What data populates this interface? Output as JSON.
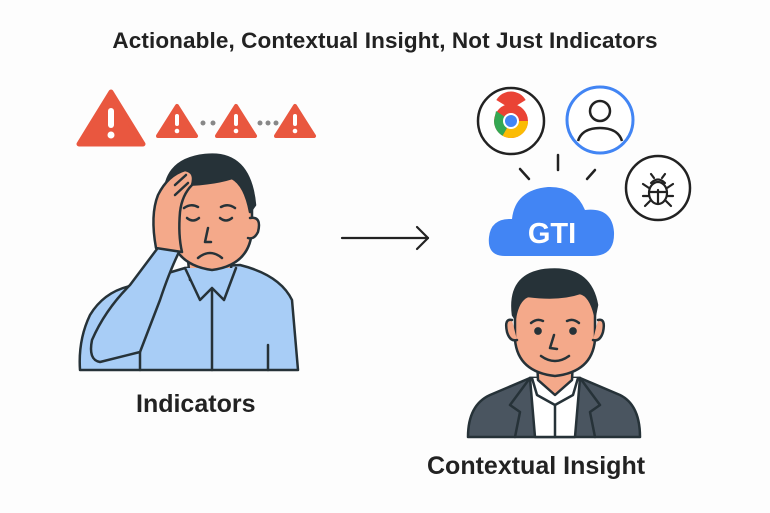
{
  "title": "Actionable, Contextual Insight, Not Just Indicators",
  "left_panel": {
    "label": "Indicators",
    "alert_icons": [
      "warning-triangle-large",
      "warning-triangle",
      "warning-triangle",
      "warning-triangle"
    ],
    "person": "stressed-person"
  },
  "arrow": "right-arrow",
  "right_panel": {
    "label": "Contextual Insight",
    "cloud_label": "GTI",
    "sources": [
      "chrome-browser",
      "user-profile",
      "bug-malware"
    ],
    "person": "confident-professional"
  },
  "colors": {
    "alert": "#e9573f",
    "cloud": "#4285f4",
    "shirt": "#a8cdf6",
    "skin": "#f4a98a",
    "hair": "#263238",
    "suit": "#4a5560"
  }
}
